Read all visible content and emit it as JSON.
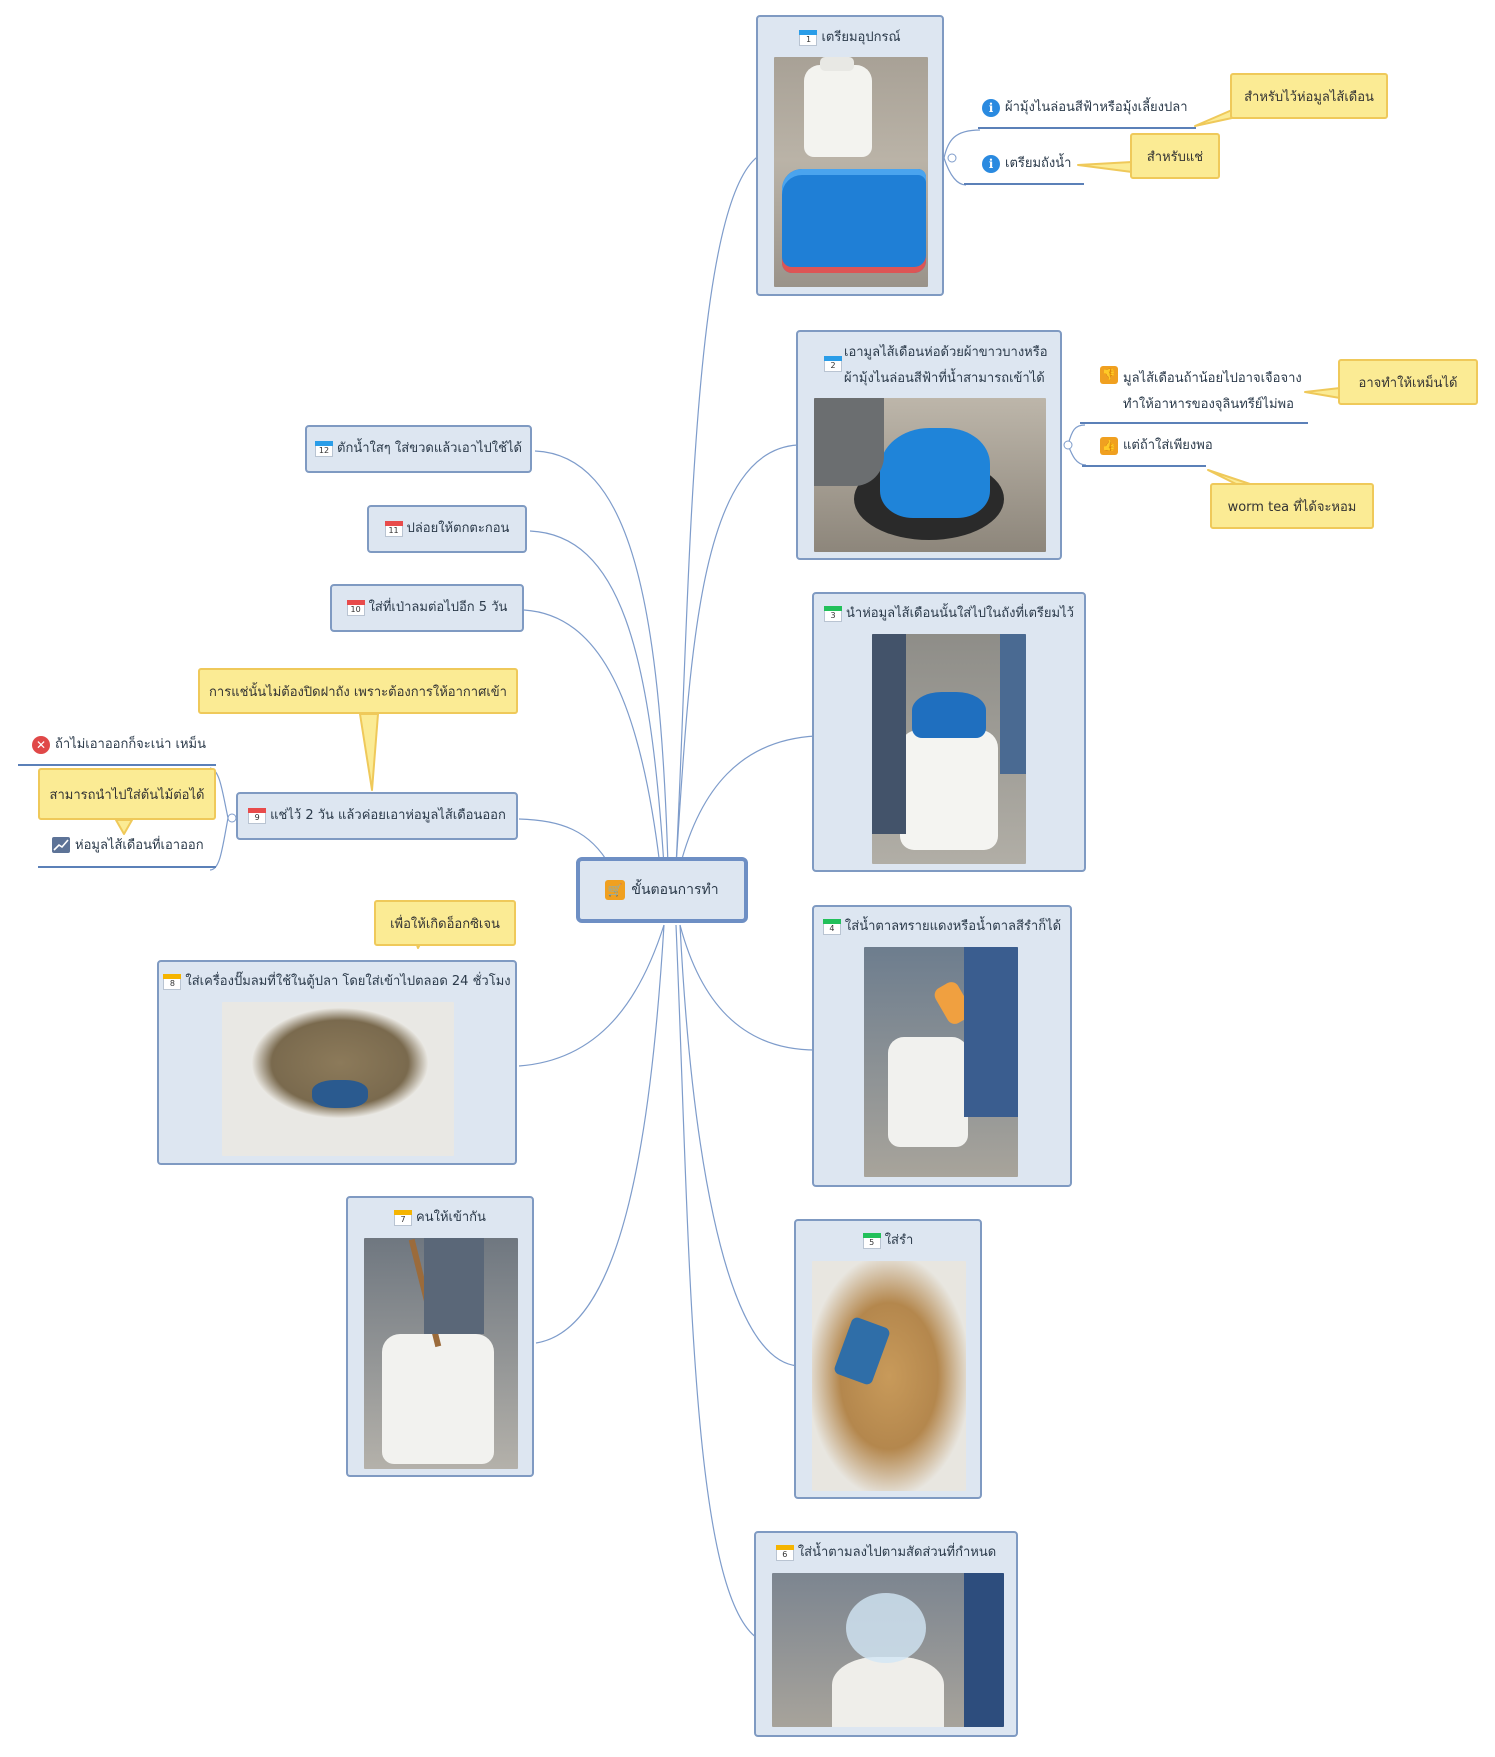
{
  "center": {
    "label": "ขั้นตอนการทำ",
    "icon": "cart-icon"
  },
  "steps": [
    {
      "num": "1",
      "label": "เตรียมอุปกรณ์",
      "flag": "#2a9de8"
    },
    {
      "num": "2",
      "label_line1": "เอามูลไส้เดือนห่อด้วยผ้าขาวบางหรือ",
      "label_line2": "ผ้ามุ้งไนล่อนสีฟ้าที่น้ำสามารถเข้าได้",
      "flag": "#2a9de8"
    },
    {
      "num": "3",
      "label": "นำห่อมูลไส้เดือนนั้นใส่ไปในถังที่เตรียมไว้",
      "flag": "#22c05a"
    },
    {
      "num": "4",
      "label": "ใส่น้ำตาลทรายแดงหรือน้ำตาลสีรำก็ได้",
      "flag": "#22c05a"
    },
    {
      "num": "5",
      "label": "ใส่รำ",
      "flag": "#22c05a"
    },
    {
      "num": "6",
      "label": "ใส่น้ำตามลงไปตามสัดส่วนที่กำหนด",
      "flag": "#f5b400"
    },
    {
      "num": "7",
      "label": "คนให้เข้ากัน",
      "flag": "#f5b400"
    },
    {
      "num": "8",
      "label": "ใส่เครื่องปั๊มลมที่ใช้ในตู้ปลา โดยใส่เข้าไปตลอด 24 ชั่วโมง",
      "flag": "#f5b400"
    },
    {
      "num": "9",
      "label": "แช่ไว้ 2 วัน แล้วค่อยเอาห่อมูลไส้เดือนออก",
      "flag": "#e84b4b"
    },
    {
      "num": "10",
      "label": "ใส่ที่เป่าลมต่อไปอีก 5 วัน",
      "flag": "#e84b4b"
    },
    {
      "num": "11",
      "label": "ปล่อยให้ตกตะกอน",
      "flag": "#e84b4b"
    },
    {
      "num": "12",
      "label": "ตักน้ำใสๆ ใส่ขวดแล้วเอาไปใช้ได้",
      "flag": "#2a9de8"
    }
  ],
  "step1_children": [
    {
      "label": "ผ้ามุ้งไนล่อนสีฟ้าหรือมุ้งเลี้ยงปลา",
      "icon": "info-icon",
      "note": "สำหรับไว้ห่อมูลไส้เดือน"
    },
    {
      "label": "เตรียมถังน้ำ",
      "icon": "info-icon",
      "note": "สำหรับแช่"
    }
  ],
  "step2_children": [
    {
      "label_line1": "มูลไส้เดือนถ้าน้อยไปอาจเจือจาง",
      "label_line2": "ทำให้อาหารของจุลินทรีย์ไม่พอ",
      "icon": "thumbs-down-icon",
      "note": "อาจทำให้เหม็นได้"
    },
    {
      "label": "แต่ถ้าใส่เพียงพอ",
      "icon": "thumbs-up-icon",
      "note": "worm tea ที่ได้จะหอม"
    }
  ],
  "step8_note": "เพื่อให้เกิดอ็อกซิเจน",
  "step9_note": "การแช่นั้นไม่ต้องปิดฝาถัง เพราะต้องการให้อากาศเข้า",
  "step9_children": [
    {
      "label": "ถ้าไม่เอาออกก็จะเน่า เหม็น",
      "icon": "x-icon"
    },
    {
      "label": "ห่อมูลไส้เดือนที่เอาออก",
      "icon": "chart-icon",
      "note": "สามารถนำไปใส่ต้นไม้ต่อได้"
    }
  ],
  "colors": {
    "node_fill": "#dde6f1",
    "node_border": "#7f9ac2",
    "link": "#7e9ccb",
    "callout_fill": "#fbeb94",
    "callout_border": "#efc95a"
  }
}
